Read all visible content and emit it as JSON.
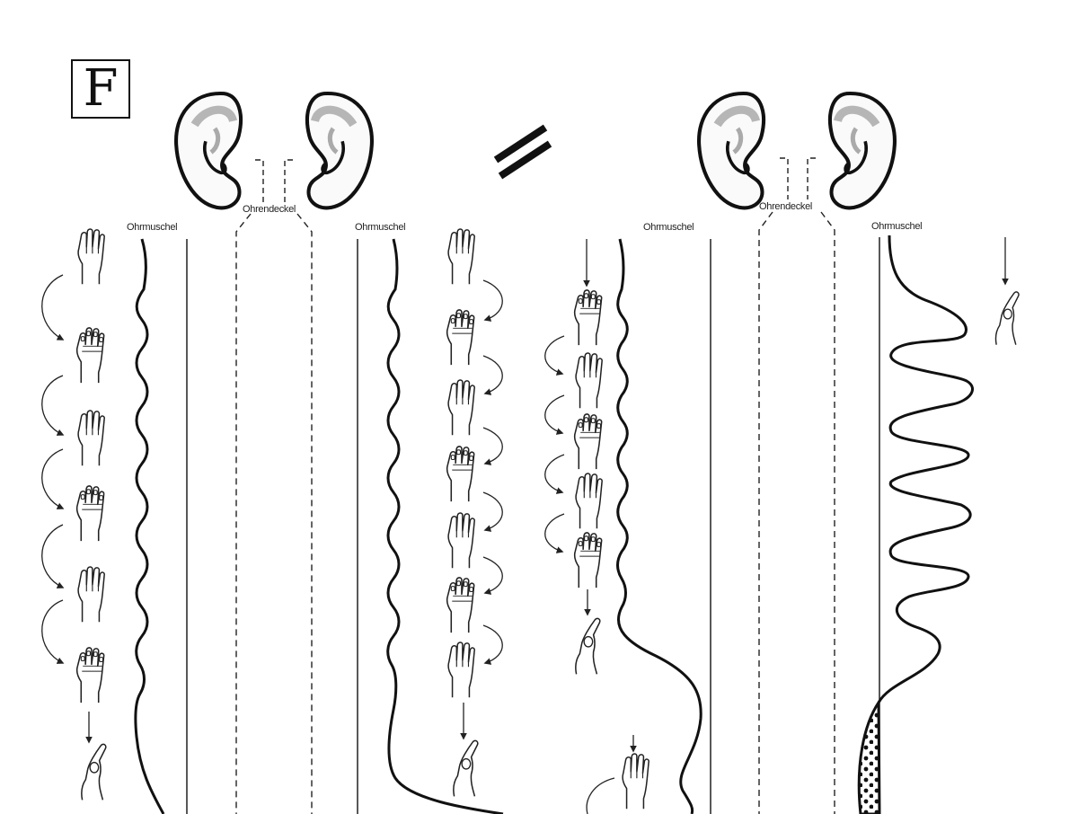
{
  "panel_letter": "F",
  "labels": {
    "left_outer_left": "Ohrmuschel",
    "left_center": "Ohrendeckel",
    "left_outer_right": "Ohrmuschel",
    "right_outer_left": "Ohrmuschel",
    "right_center": "Ohrendeckel",
    "right_outer_right": "Ohrmuschel"
  },
  "icons": {
    "ear": "ear-icon",
    "hand_flat": "hand-flat-icon",
    "hand_back": "hand-back-icon",
    "hand_point": "hand-point-icon",
    "equals": "equals-sign-icon"
  }
}
